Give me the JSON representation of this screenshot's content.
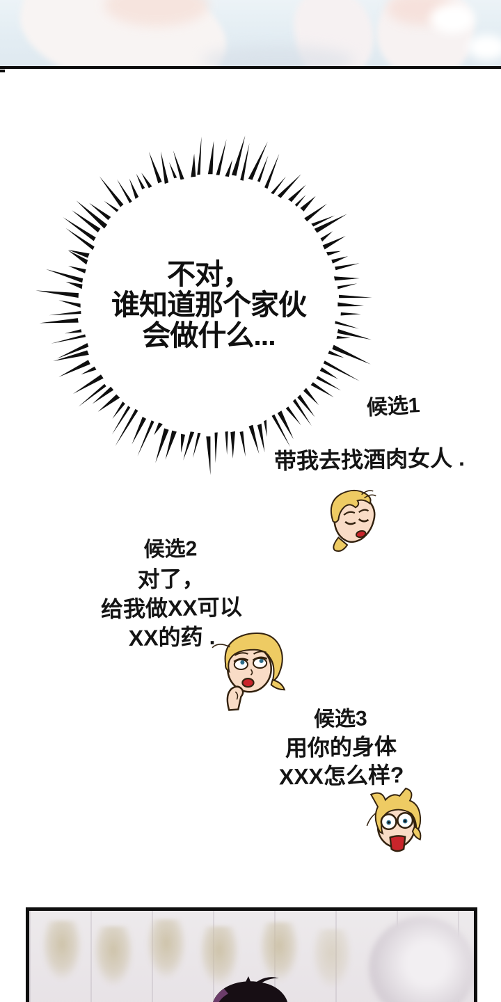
{
  "page": {
    "kind": "comic-page",
    "background": "#ffffff",
    "ink_color": "#101010",
    "panel_border_color": "#0e0e0e"
  },
  "burst_bubble": {
    "lines": [
      "不对，",
      "谁知道那个家伙",
      "会做什么..."
    ],
    "text_color": "#101010",
    "spike_color": "#0f0f0f"
  },
  "candidates": [
    {
      "label": "候选1",
      "lines": [
        "带我去找酒肉女人 ."
      ],
      "face_icon": "smug-sleepy-face"
    },
    {
      "label": "候选2",
      "lines": [
        "对了，",
        "给我做XX可以",
        "XX的药 ."
      ],
      "face_icon": "pondering-face"
    },
    {
      "label": "候选3",
      "lines": [
        "用你的身体",
        "XXX怎么样?"
      ],
      "face_icon": "shocked-face"
    }
  ],
  "face_colors": {
    "hair": "#eecb63",
    "skin": "#f9dcc6",
    "mouth": "#c9252b",
    "outline": "#33220f",
    "pupil_blue": "#2e6d8a"
  },
  "bottom_panel": {
    "kind": "artwork-panel",
    "wallpaper_tone": "#e9e5e8",
    "ornament_tone": "#c9bd9f",
    "hair_color": "#170e14",
    "hair_highlight": "#7a4478"
  }
}
